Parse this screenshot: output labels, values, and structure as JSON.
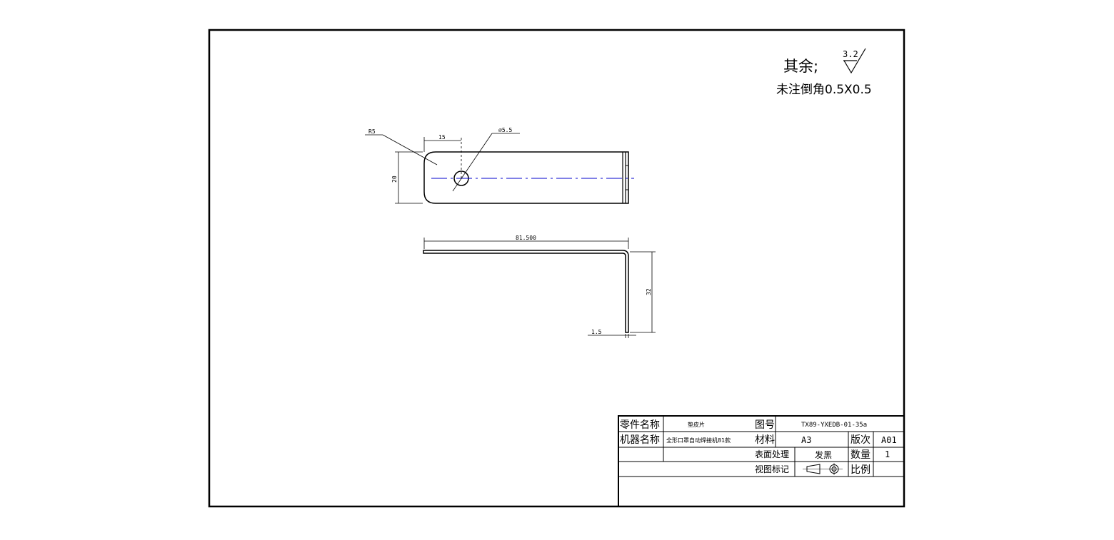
{
  "notes": {
    "remaining_label": "其余;",
    "roughness_value": "3.2",
    "chamfer_note": "未注倒角0.5X0.5"
  },
  "dimensions": {
    "radius": "R5",
    "hole_offset": "15",
    "hole_diameter": "⌀5.5",
    "width": "20",
    "length": "81.500",
    "height": "32",
    "thickness": "1.5"
  },
  "title_block": {
    "part_name_label": "零件名称",
    "part_name_value": "垫皮片",
    "drawing_no_label": "图号",
    "drawing_no_value": "TX89-YXEDB-01-35a",
    "machine_name_label": "机器名称",
    "machine_name_value": "全形口罩自动焊接机81款",
    "material_label": "材料",
    "material_value": "A3",
    "revision_label": "版次",
    "revision_value": "A01",
    "surface_label": "表面处理",
    "surface_value": "发黑",
    "quantity_label": "数量",
    "quantity_value": "1",
    "view_label": "视图标记",
    "scale_label": "比例",
    "scale_value": ""
  },
  "colors": {
    "line": "#000000",
    "centerline": "#0000cc",
    "background": "#ffffff"
  }
}
